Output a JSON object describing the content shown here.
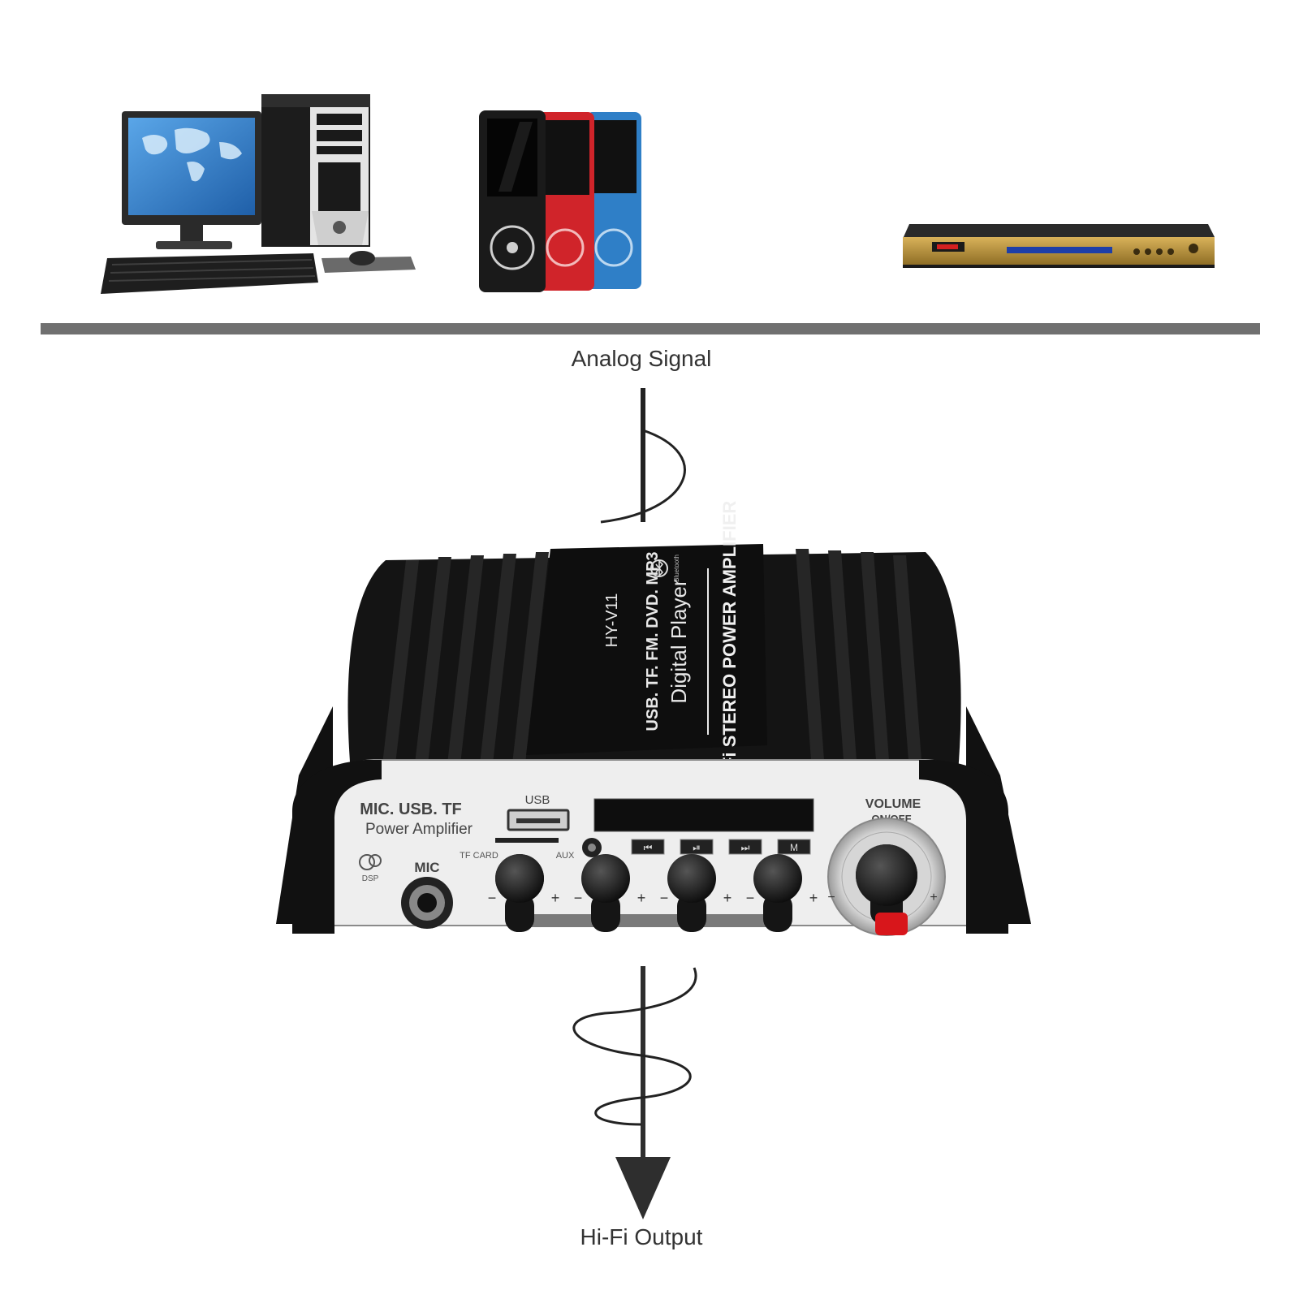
{
  "labels": {
    "analog_signal": "Analog Signal",
    "hifi_output": "Hi-Fi Output"
  },
  "sources": [
    {
      "name": "desktop-computer"
    },
    {
      "name": "mp3-players"
    },
    {
      "name": "dvd-player"
    }
  ],
  "amplifier": {
    "model": "HY-V11",
    "formats": "USB. TF. FM. DVD. MP3",
    "player": "Digital Player",
    "title": "Hi-Fi STEREO POWER AMPLIFIER",
    "bt_label": "Bluetooth",
    "panel_title": "MIC. USB. TF",
    "panel_subtitle": "Power Amplifier",
    "usb_label": "USB",
    "tf_card_label": "TF CARD",
    "aux_label": "AUX",
    "mic_label": "MIC",
    "dsp_label": "DSP",
    "volume_label": "VOLUME",
    "onoff_label": "ON/OFF",
    "minus": "−",
    "plus": "+",
    "buttons": [
      "prev",
      "play-pause",
      "next",
      "mode"
    ]
  },
  "colors": {
    "divider": "#707070",
    "body": "#141414",
    "panel": "#eeeeee",
    "power_button": "#d8161b",
    "arrow": "#2e2e2e"
  }
}
